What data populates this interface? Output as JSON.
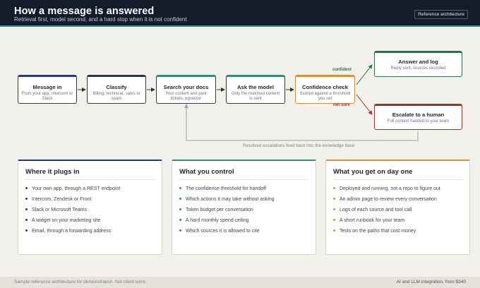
{
  "header": {
    "title": "How a message is answered",
    "subtitle": "Retrieval first, model second, and a hard stop when it is not confident",
    "badge": "Reference architecture"
  },
  "flow": {
    "nodes": [
      {
        "id": "message-in",
        "title": "Message in",
        "sub": "From your app, Intercom or Slack"
      },
      {
        "id": "classify",
        "title": "Classify",
        "sub": "Billing, technical, sales or spam"
      },
      {
        "id": "search-docs",
        "title": "Search your docs",
        "sub": "Your content and past tickets, pgvector"
      },
      {
        "id": "ask-model",
        "title": "Ask the model",
        "sub": "Only the matched context is sent"
      },
      {
        "id": "confidence-check",
        "title": "Confidence check",
        "sub": "Scored against a threshold you set"
      },
      {
        "id": "answer-log",
        "title": "Answer and log",
        "sub": "Reply sent, sources recorded"
      },
      {
        "id": "escalate",
        "title": "Escalate to a human",
        "sub": "Full context handed to your team"
      }
    ],
    "labels": {
      "confident": "confident",
      "not_sure": "not sure",
      "feedback": "Resolved escalations feed back into the knowledge base"
    },
    "colors": {
      "blue": "#27397a",
      "teal": "#2e8d7e",
      "orange": "#d88e3a",
      "green": "#2f6e49",
      "red": "#9c3329"
    }
  },
  "cards": [
    {
      "title": "Where it plugs in",
      "accent": "#27397a",
      "items": [
        "Your own app, through a REST endpoint",
        "Intercom, Zendesk or Front",
        "Slack or Microsoft Teams",
        "A widget on your marketing site",
        "Email, through a forwarding address"
      ]
    },
    {
      "title": "What you control",
      "accent": "#2e8d7e",
      "items": [
        "The confidence threshold for handoff",
        "Which actions it may take without asking",
        "Token budget per conversation",
        "A hard monthly spend ceiling",
        "Which sources it is allowed to cite"
      ]
    },
    {
      "title": "What you get on day one",
      "accent": "#d88e3a",
      "items": [
        "Deployed and running, not a repo to figure out",
        "An admin page to review every conversation",
        "Logs of each source and tool call",
        "A short runbook for your team",
        "Tests on the paths that cost money"
      ]
    }
  ],
  "footer": {
    "left": "Sample reference architecture for demonstration. Not client work.",
    "right": "AI and LLM integration, from $340"
  }
}
